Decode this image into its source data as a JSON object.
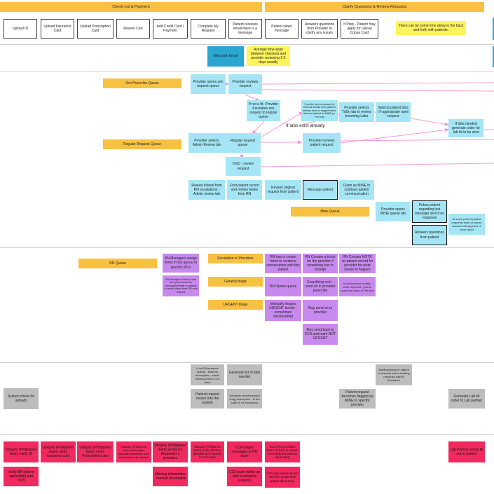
{
  "colors": {
    "cyan": "#a4e6f5",
    "orange": "#f7c142",
    "yellow": "#fff45c",
    "purple": "#c889ee",
    "grey": "#bdbdbd",
    "red": "#f2295f",
    "blue": "#2ba6d0",
    "arrow": "#f59ad8"
  },
  "headers": {
    "checkout": "Check-out & Payment",
    "clarify": "Clarify Questions & Review Requests"
  },
  "row1": {
    "upload_id": "Upload ID",
    "upload_insurance": "Upload Insurance Card",
    "upload_prescription": "Upload Prescription Card",
    "review_cart": "Review Cart",
    "add_credit": "Add Credit Card / Payment",
    "complete_request": "Complete My Request",
    "receives_email": "Patient receives email there is a message",
    "views_message": "Patient views message",
    "answers_questions": "Answers questions from Provider to clarify any issues",
    "if_prep": "If Prep - Patient may apply for Gilead Copay Card",
    "delay_note": "There can be some time delay in the back and forth with patients."
  },
  "row2": {
    "welcome_email": "Welcome Email",
    "timespan_note": "Average time-span between checkout and provider reviewing 2-3 days usually"
  },
  "provider": {
    "zen_queue": "Zen Prescribe Queue",
    "regular_queue": "Regular Request Queue",
    "mine_queue": "Mine Queue",
    "opens_zen": "Provider opens zen request queue",
    "reviews_request": "Provider reviews request",
    "if_not_fit": "If not a fit- Provider Escalates zen request to regular queue",
    "search_note": "Provider has to a search to find Lab results from patients already seen or staged before that are labeled as MINE pc. Prof only",
    "selects_todo": "Provider selects ToDo tab to review Incoming Labs",
    "selects_labs": "Selects patient labs / If appropriate open request",
    "if_labs_needed": "If labs needed generate order for lab kit to be sent",
    "labs_exist": "If labs exist already",
    "selects_admin": "Provider selects Admin Review tab",
    "regular_request": "Regular request queue",
    "reviews_patient_request": "Provider reviews patient request",
    "if_ec": "If EC - review request",
    "review_tickets": "Review tickets from RN escalations - Admin review tab",
    "find_record": "Find patient record and review Notes from RN",
    "review_original": "Review original request from patient",
    "message_patient": "Message patient",
    "claim_mine": "Claim as MINE to continue patient communication",
    "opens_mine": "Provider opens MINE queue tab",
    "pokes_patient": "Pokes patient regarding last message sent if no response",
    "answers_patient": "Answers questions from patient",
    "at_some_point": "At some point if patient responds back or issues resolved will approve or close ticket"
  },
  "rn": {
    "rn_queue": "RN Queue",
    "managers_assign": "RN Managers assign items in the queue to specific RN's",
    "managers_check": "RN Managers check on and then push ahead for messages/emails in patients in cases where other RN's not finished",
    "escalation": "Escalation to Providers",
    "general_triage": "General triage",
    "urgent_triage": "URGENT triage",
    "rn_ticket": "RN has to create ticket to continue conversation with this patient",
    "rn_creates_ticket": "RN Creates a ticket for the provider if something has to change",
    "rn_creates_note": "RN Creates NOTE on patient record for provider for what needs to happen",
    "rn_opens_queue": "RN Opens queue",
    "everything_cool": "Everything cool - send on to provider prescribe",
    "not_licensed": "If not licensed in state, write response, post to asset and send to RN lead",
    "manually_triages": "Manually triages URGENT tickets - sometimes misclassified",
    "may_send_provider": "May send on to provider",
    "may_send_cca": "May send back to CCA and mark NOT URGENT"
  },
  "system": {
    "system_check": "System check for uploads",
    "if_no_id": "If no ID/insurance upload - Mark as Incomplete - needs follow-up from CCA team",
    "generate_labs": "Generate list of labs needed",
    "request_moves": "Patient request moves into the system",
    "generate_rec": "Generate recommended drug prescription - In the case of no exceptions",
    "auto_bounding": "Autobounding for patient to respond when awaiting response past N timeframe",
    "becomes_flagged": "Patient request becomes flagged as MINE to specific provider",
    "generate_lab_kit": "Generate Lab kit order to Lab partner"
  },
  "cca": {
    "verify_id": "Ubiquity (Philippines team) verify ID",
    "verify_insurance": "Ubiquity (Philippines team) verify insurance card",
    "verify_prescription": "Ubiquity (Philippines team) verify Prescription card",
    "transcribes": "Ubiquity (Philippines team) transcribes uploaded insurance card information into system",
    "sends_ez": "Ubiquity (Philippines team) sends EZ Requests to providers",
    "sends_other": "Ubiquity (Philippines team) sends all other (besides EZ) requests to CCA team",
    "cca_triages": "CCA triages messages to RN team",
    "cca_prep": "CCA Prep specialist does call back to answer non-medical questions about Prep",
    "verify_bp": "Verify BP (where applicable) and DOB",
    "missing_info": "Missing information - marked Incomplete",
    "cca_follow": "CCA team follow up with incomplete requests",
    "cca_answer": "CCA may answer phone call from prospective patient about Hurc",
    "lab_partner": "Lab Partner sends kit out to patient"
  }
}
